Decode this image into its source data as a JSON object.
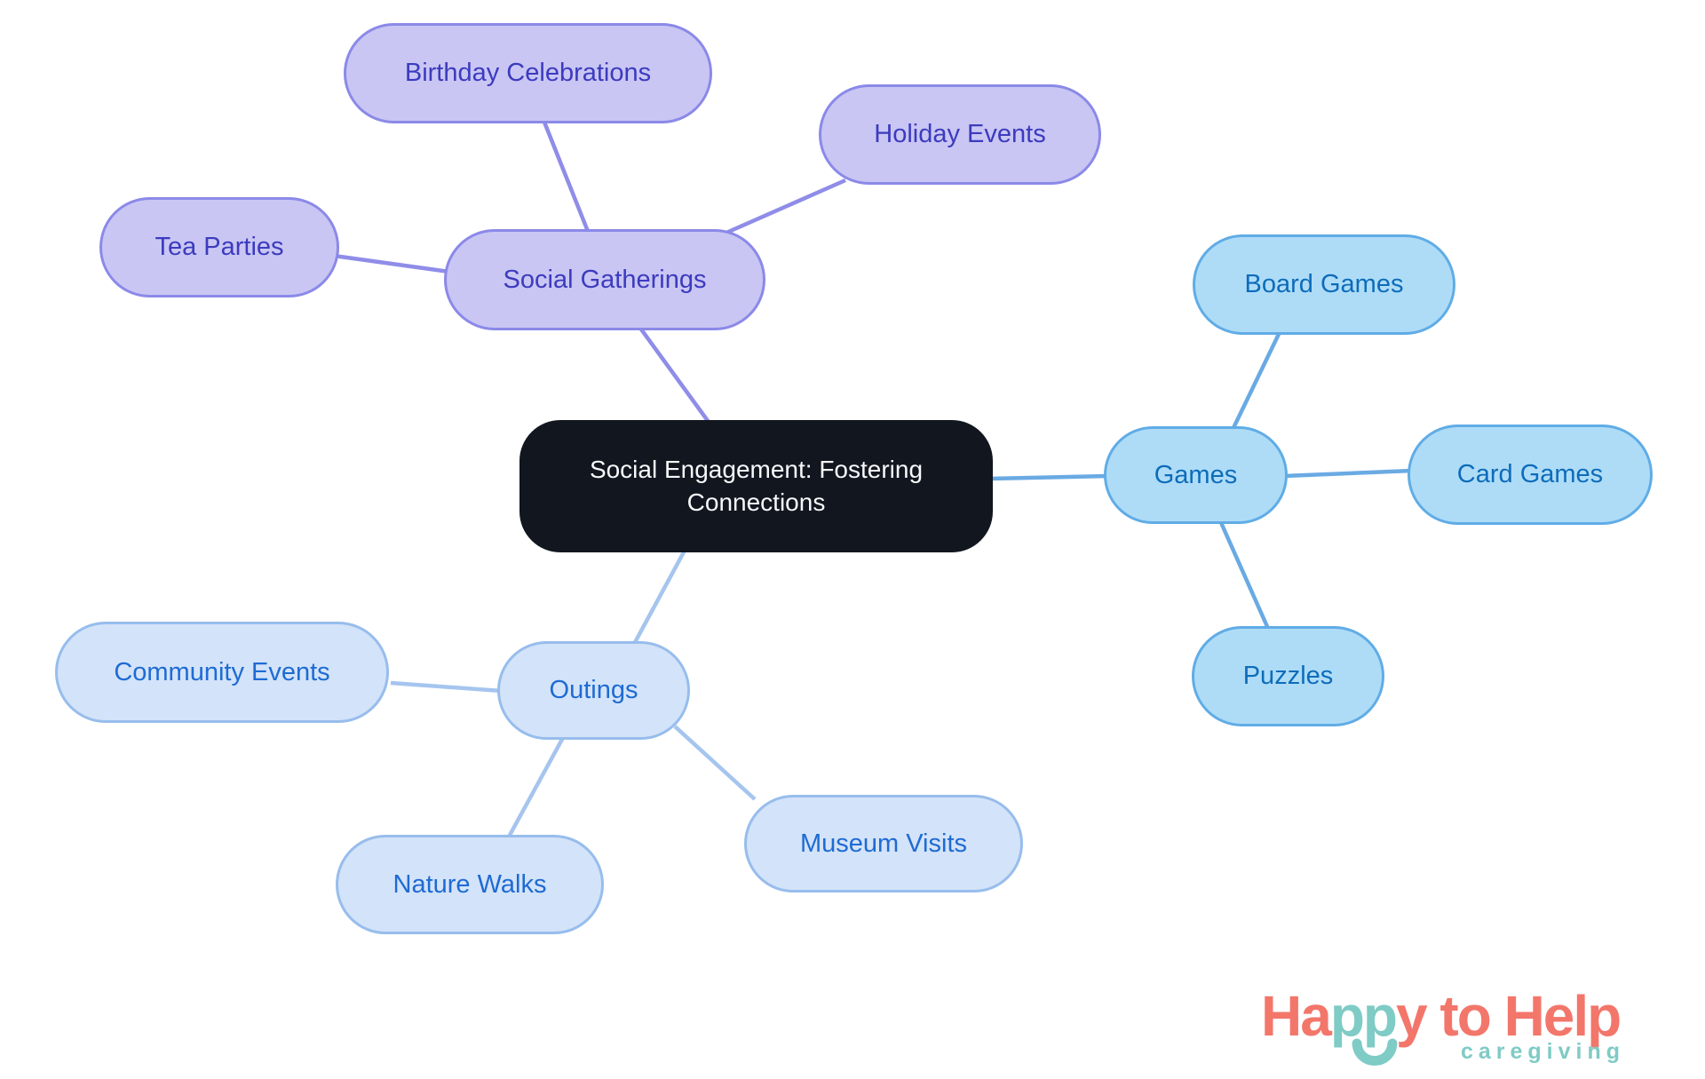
{
  "diagram": {
    "center": {
      "label": "Social Engagement: Fostering Connections",
      "fill": "#11161f",
      "text_color": "#ffffff"
    },
    "branches": [
      {
        "label": "Social Gatherings",
        "fill": "#c9c6f4",
        "border": "#8b89e8",
        "text_color": "#3c3bbe",
        "line_color": "#8f8de8",
        "children": [
          {
            "label": "Birthday Celebrations"
          },
          {
            "label": "Holiday Events"
          },
          {
            "label": "Tea Parties"
          }
        ]
      },
      {
        "label": "Games",
        "fill": "#aedcf7",
        "border": "#60ace6",
        "text_color": "#0d6cba",
        "line_color": "#6aaae3",
        "children": [
          {
            "label": "Board Games"
          },
          {
            "label": "Card Games"
          },
          {
            "label": "Puzzles"
          }
        ]
      },
      {
        "label": "Outings",
        "fill": "#d3e3f9",
        "border": "#97bdec",
        "text_color": "#1e6bd2",
        "line_color": "#a5c5ef",
        "children": [
          {
            "label": "Community Events"
          },
          {
            "label": "Nature Walks"
          },
          {
            "label": "Museum Visits"
          }
        ]
      }
    ]
  },
  "logo": {
    "title_segments": [
      {
        "text": "Ha",
        "color": "#f3766b"
      },
      {
        "text": "pp",
        "color": "#7fcbc5"
      },
      {
        "text": "y",
        "color": "#f3766b"
      },
      {
        "text": " to ",
        "color": "#f3766b"
      },
      {
        "text": "Help",
        "color": "#f3766b"
      }
    ],
    "tagline": "caregiving",
    "tagline_color": "#7fcbc5",
    "smile_color": "#7fcbc5"
  }
}
